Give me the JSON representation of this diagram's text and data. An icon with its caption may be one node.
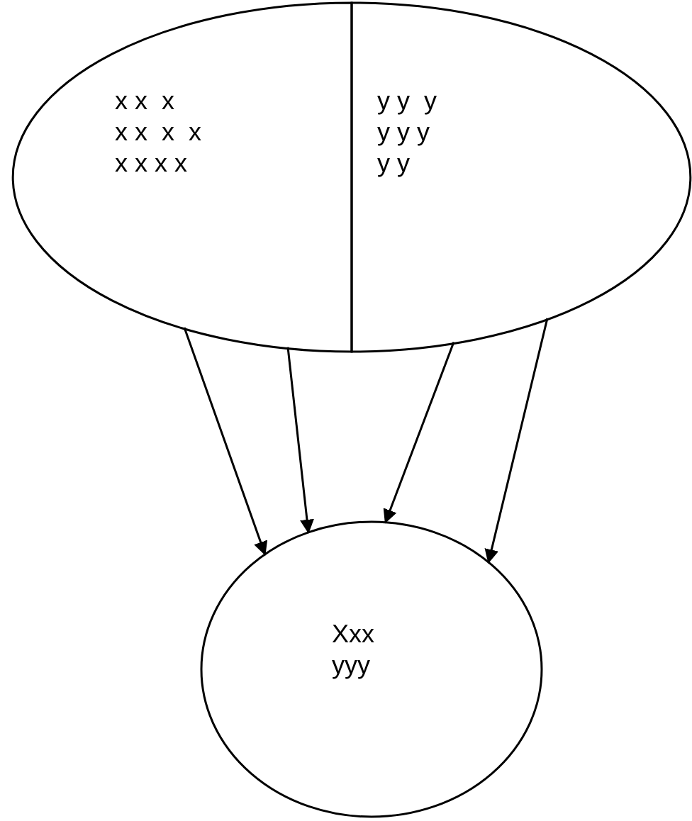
{
  "diagram": {
    "nodes": [
      {
        "text": [
          "x x  x",
          "x x  x  x",
          "x x x x"
        ]
      },
      {
        "text": [
          "y y  y",
          "y y y",
          "y y"
        ]
      },
      {
        "text": [
          "Xxx",
          "yyy"
        ]
      }
    ],
    "edges": [
      {
        "from": 0,
        "to": 2,
        "arrow": "to"
      },
      {
        "from": 0,
        "to": 2,
        "arrow": "to"
      },
      {
        "from": 1,
        "to": 2,
        "arrow": "to"
      },
      {
        "from": 1,
        "to": 2,
        "arrow": "to"
      }
    ]
  }
}
